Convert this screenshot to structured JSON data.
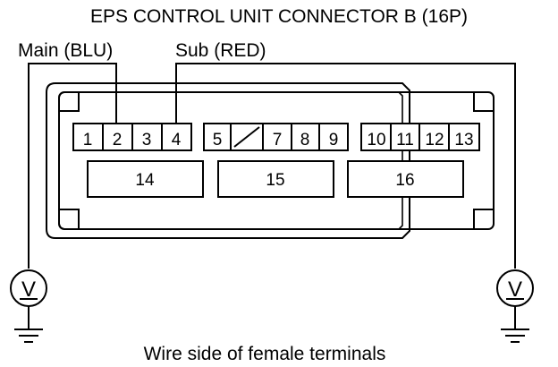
{
  "title": "EPS CONTROL UNIT CONNECTOR B (16P)",
  "labels": {
    "main": "Main (BLU)",
    "sub": "Sub (RED)",
    "caption": "Wire side of female terminals"
  },
  "terminals": {
    "group1": [
      "1",
      "2",
      "3",
      "4"
    ],
    "group2": [
      "5",
      "7",
      "8",
      "9"
    ],
    "group3": [
      "10",
      "11",
      "12",
      "13"
    ],
    "large": [
      "14",
      "15",
      "16"
    ]
  },
  "meters": {
    "left_symbol": "V",
    "right_symbol": "V"
  },
  "colors": {
    "line": "#000000",
    "background": "#ffffff"
  }
}
